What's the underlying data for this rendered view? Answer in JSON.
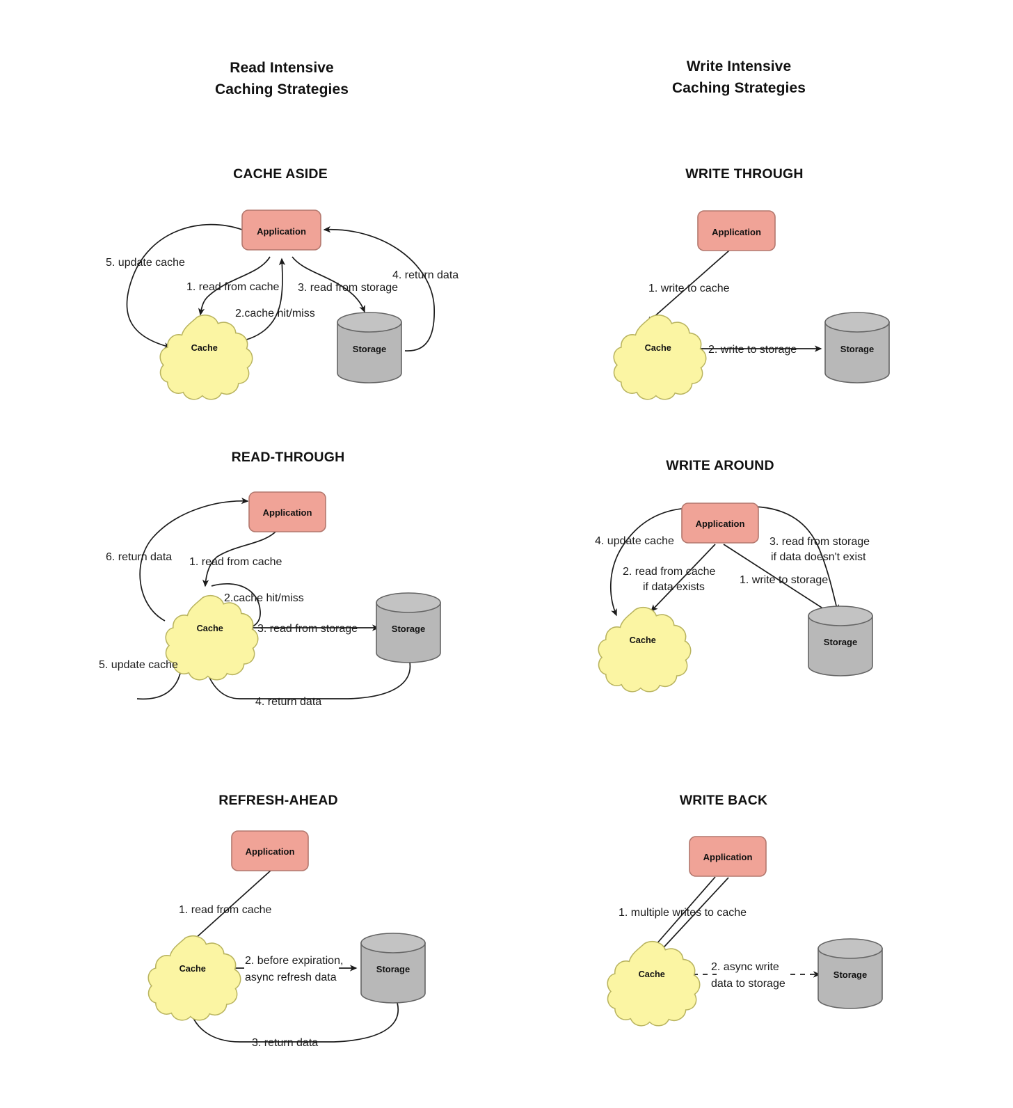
{
  "columns": [
    {
      "id": "read-intensive",
      "title": "Read Intensive\nCaching Strategies"
    },
    {
      "id": "write-intensive",
      "title": "Write Intensive\nCaching Strategies"
    }
  ],
  "node_labels": {
    "application": "Application",
    "cache": "Cache",
    "storage": "Storage"
  },
  "colors": {
    "application_fill": "#f0a397",
    "application_stroke": "#b3786e",
    "cache_fill": "#fbf5a3",
    "cache_stroke": "#b9b45f",
    "storage_fill": "#b8b8b8",
    "storage_stroke": "#646464",
    "edge": "#1b1b1b",
    "text": "#111111",
    "background": "#ffffff"
  },
  "diagrams": [
    {
      "id": "cache-aside",
      "title": "CACHE ASIDE",
      "column": "read-intensive",
      "nodes": [
        "Application",
        "Cache",
        "Storage"
      ],
      "steps": [
        {
          "n": 1,
          "label": "1. read from cache",
          "from": "Application",
          "to": "Cache"
        },
        {
          "n": 2,
          "label": "2.cache hit/miss",
          "from": "Cache",
          "to": "Application"
        },
        {
          "n": 3,
          "label": "3. read from storage",
          "from": "Application",
          "to": "Storage"
        },
        {
          "n": 4,
          "label": "4. return data",
          "from": "Storage",
          "to": "Application"
        },
        {
          "n": 5,
          "label": "5. update cache",
          "from": "Application",
          "to": "Cache"
        }
      ]
    },
    {
      "id": "read-through",
      "title": "READ-THROUGH",
      "column": "read-intensive",
      "nodes": [
        "Application",
        "Cache",
        "Storage"
      ],
      "steps": [
        {
          "n": 1,
          "label": "1. read from cache",
          "from": "Application",
          "to": "Cache"
        },
        {
          "n": 2,
          "label": "2.cache hit/miss",
          "from": "Cache",
          "to": "Cache"
        },
        {
          "n": 3,
          "label": "3. read from storage",
          "from": "Cache",
          "to": "Storage"
        },
        {
          "n": 4,
          "label": "4. return data",
          "from": "Storage",
          "to": "Cache"
        },
        {
          "n": 5,
          "label": "5. update cache",
          "from": "Cache",
          "to": "Cache"
        },
        {
          "n": 6,
          "label": "6. return data",
          "from": "Cache",
          "to": "Application"
        }
      ]
    },
    {
      "id": "refresh-ahead",
      "title": "REFRESH-AHEAD",
      "column": "read-intensive",
      "nodes": [
        "Application",
        "Cache",
        "Storage"
      ],
      "steps": [
        {
          "n": 1,
          "label": "1. read from cache",
          "from": "Application",
          "to": "Cache"
        },
        {
          "n": 2,
          "label": "2. before expiration,\nasync refresh data",
          "line1": "2. before expiration,",
          "line2": "async refresh data",
          "from": "Cache",
          "to": "Storage"
        },
        {
          "n": 3,
          "label": "3. return data",
          "from": "Storage",
          "to": "Cache"
        }
      ]
    },
    {
      "id": "write-through",
      "title": "WRITE THROUGH",
      "column": "write-intensive",
      "nodes": [
        "Application",
        "Cache",
        "Storage"
      ],
      "steps": [
        {
          "n": 1,
          "label": "1. write to cache",
          "from": "Application",
          "to": "Cache"
        },
        {
          "n": 2,
          "label": "2. write to storage",
          "from": "Cache",
          "to": "Storage"
        }
      ]
    },
    {
      "id": "write-around",
      "title": "WRITE AROUND",
      "column": "write-intensive",
      "nodes": [
        "Application",
        "Cache",
        "Storage"
      ],
      "steps": [
        {
          "n": 1,
          "label": "1. write to storage",
          "from": "Application",
          "to": "Storage"
        },
        {
          "n": 2,
          "label": "2. read from cache\nif data exists",
          "line1": "2. read from cache",
          "line2": "if data exists",
          "from": "Application",
          "to": "Cache"
        },
        {
          "n": 3,
          "label": "3. read from storage\nif data doesn't exist",
          "line1": "3. read from storage",
          "line2": "if data doesn't exist",
          "from": "Application",
          "to": "Storage"
        },
        {
          "n": 4,
          "label": "4. update cache",
          "from": "Application",
          "to": "Cache"
        }
      ]
    },
    {
      "id": "write-back",
      "title": "WRITE BACK",
      "column": "write-intensive",
      "nodes": [
        "Application",
        "Cache",
        "Storage"
      ],
      "steps": [
        {
          "n": 1,
          "label": "1. multiple writes to cache",
          "from": "Application",
          "to": "Cache"
        },
        {
          "n": 2,
          "label": "2. async write\ndata to storage",
          "line1": "2. async write",
          "line2": "data to storage",
          "from": "Cache",
          "to": "Storage",
          "style": "dashed"
        }
      ]
    }
  ],
  "labels": {
    "col1_title": "Read Intensive\nCaching Strategies",
    "col2_title": "Write Intensive\nCaching Strategies",
    "d1_title": "CACHE ASIDE",
    "d2_title": "WRITE THROUGH",
    "d3_title": "READ-THROUGH",
    "d4_title": "WRITE AROUND",
    "d5_title": "REFRESH-AHEAD",
    "d6_title": "WRITE BACK",
    "app": "Application",
    "cache": "Cache",
    "storage": "Storage",
    "ca_s1": "1. read from cache",
    "ca_s2": "2.cache hit/miss",
    "ca_s3": "3. read from storage",
    "ca_s4": "4. return data",
    "ca_s5": "5. update cache",
    "rt_s1": "1. read from cache",
    "rt_s2": "2.cache hit/miss",
    "rt_s3": "3. read from storage",
    "rt_s4": "4. return data",
    "rt_s5": "5. update cache",
    "rt_s6": "6. return data",
    "ra_s1": "1. read from cache",
    "ra_s2a": "2. before expiration,",
    "ra_s2b": "async refresh data",
    "ra_s3": "3. return data",
    "wt_s1": "1. write to cache",
    "wt_s2": "2. write to storage",
    "wa_s1": "1. write to storage",
    "wa_s2a": "2. read from cache",
    "wa_s2b": "if data exists",
    "wa_s3a": "3. read from storage",
    "wa_s3b": "if data doesn't exist",
    "wa_s4": "4. update cache",
    "wb_s1": "1. multiple writes to cache",
    "wb_s2a": "2. async write",
    "wb_s2b": "data to storage"
  }
}
